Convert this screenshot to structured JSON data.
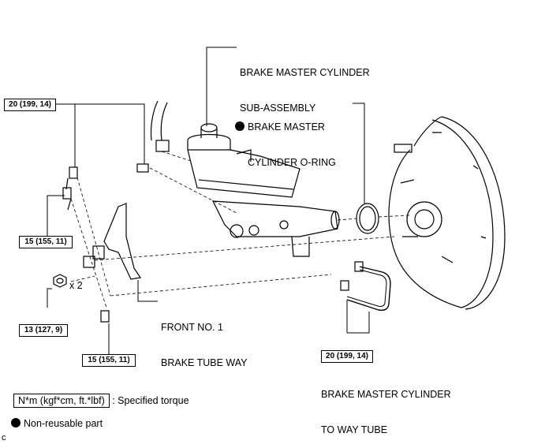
{
  "callouts": {
    "master_cylinder": [
      "BRAKE MASTER CYLINDER",
      "SUB-ASSEMBLY"
    ],
    "o_ring": [
      "BRAKE MASTER",
      "CYLINDER O-RING"
    ],
    "tube_way": [
      "FRONT NO. 1",
      "BRAKE TUBE WAY"
    ],
    "way_tube": [
      "BRAKE MASTER CYLINDER",
      "TO WAY TUBE"
    ]
  },
  "torques": {
    "top_left": "20 (199, 14)",
    "mid_left": "15 (155, 11)",
    "nut": "13 (127, 9)",
    "bottom": "15 (155, 11)",
    "way_tube": "20 (199, 14)"
  },
  "quantity": "x 2",
  "legend": {
    "torque_box": "N*m (kgf*cm, ft.*lbf)",
    "torque_text": ": Specified torque",
    "nonreusable_text": "Non-reusable part"
  },
  "corner_mark": "c",
  "icons": {
    "nonreusable_marker": "filled-circle-icon"
  }
}
